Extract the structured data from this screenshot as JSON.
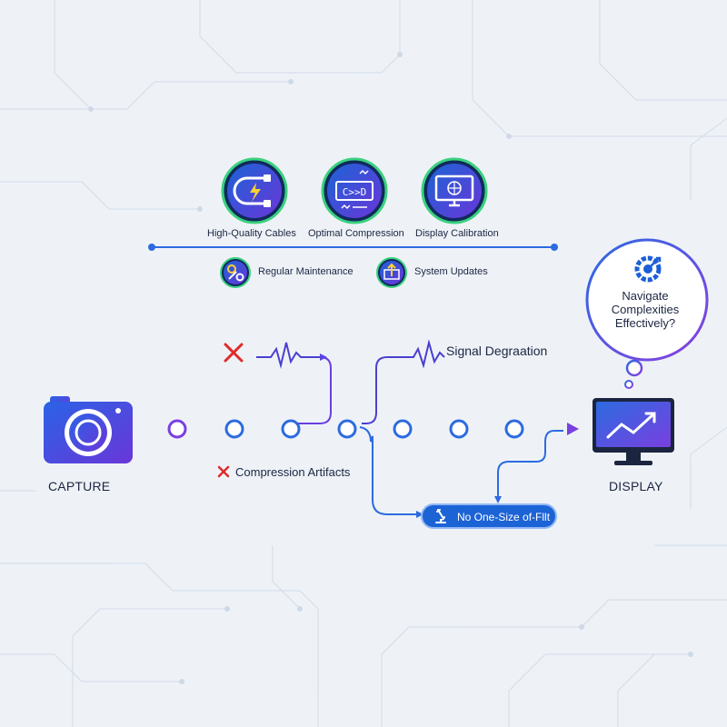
{
  "colors": {
    "background": "#eef2f7",
    "primary_blue": "#2c6be0",
    "accent_purple": "#7a3fe0",
    "error_red": "#e02a2a",
    "icon_ring_green": "#3ad17e"
  },
  "top_tools": [
    {
      "label": "High-Quality Cables",
      "icon": "cable-lightning-icon"
    },
    {
      "label": "Optimal Compression",
      "icon": "compression-code-icon"
    },
    {
      "label": "Display Calibration",
      "icon": "display-calibration-icon"
    }
  ],
  "secondary_tools": [
    {
      "label": "Regular Maintenance",
      "icon": "maintenance-gears-icon"
    },
    {
      "label": "System Updates",
      "icon": "system-update-icon"
    }
  ],
  "capture_label": "CAPTURE",
  "display_label": "DISPLAY",
  "issues": {
    "signal_degradation": "Signal Degraation",
    "compression_artifacts": "Compression Artifacts"
  },
  "question_bubble": "Navigate Complexities Effectively?",
  "no_one_size": "No One-Size of-Fllt"
}
